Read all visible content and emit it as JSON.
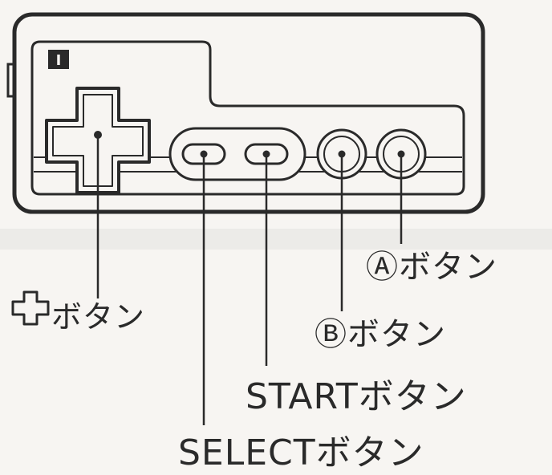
{
  "controller": {
    "player_badge": "I"
  },
  "labels": {
    "dpad": "ボタン",
    "a_button": "Ⓐボタン",
    "b_button": "Ⓑボタン",
    "start_button": "STARTボタン",
    "select_button": "SELECTボタン"
  }
}
